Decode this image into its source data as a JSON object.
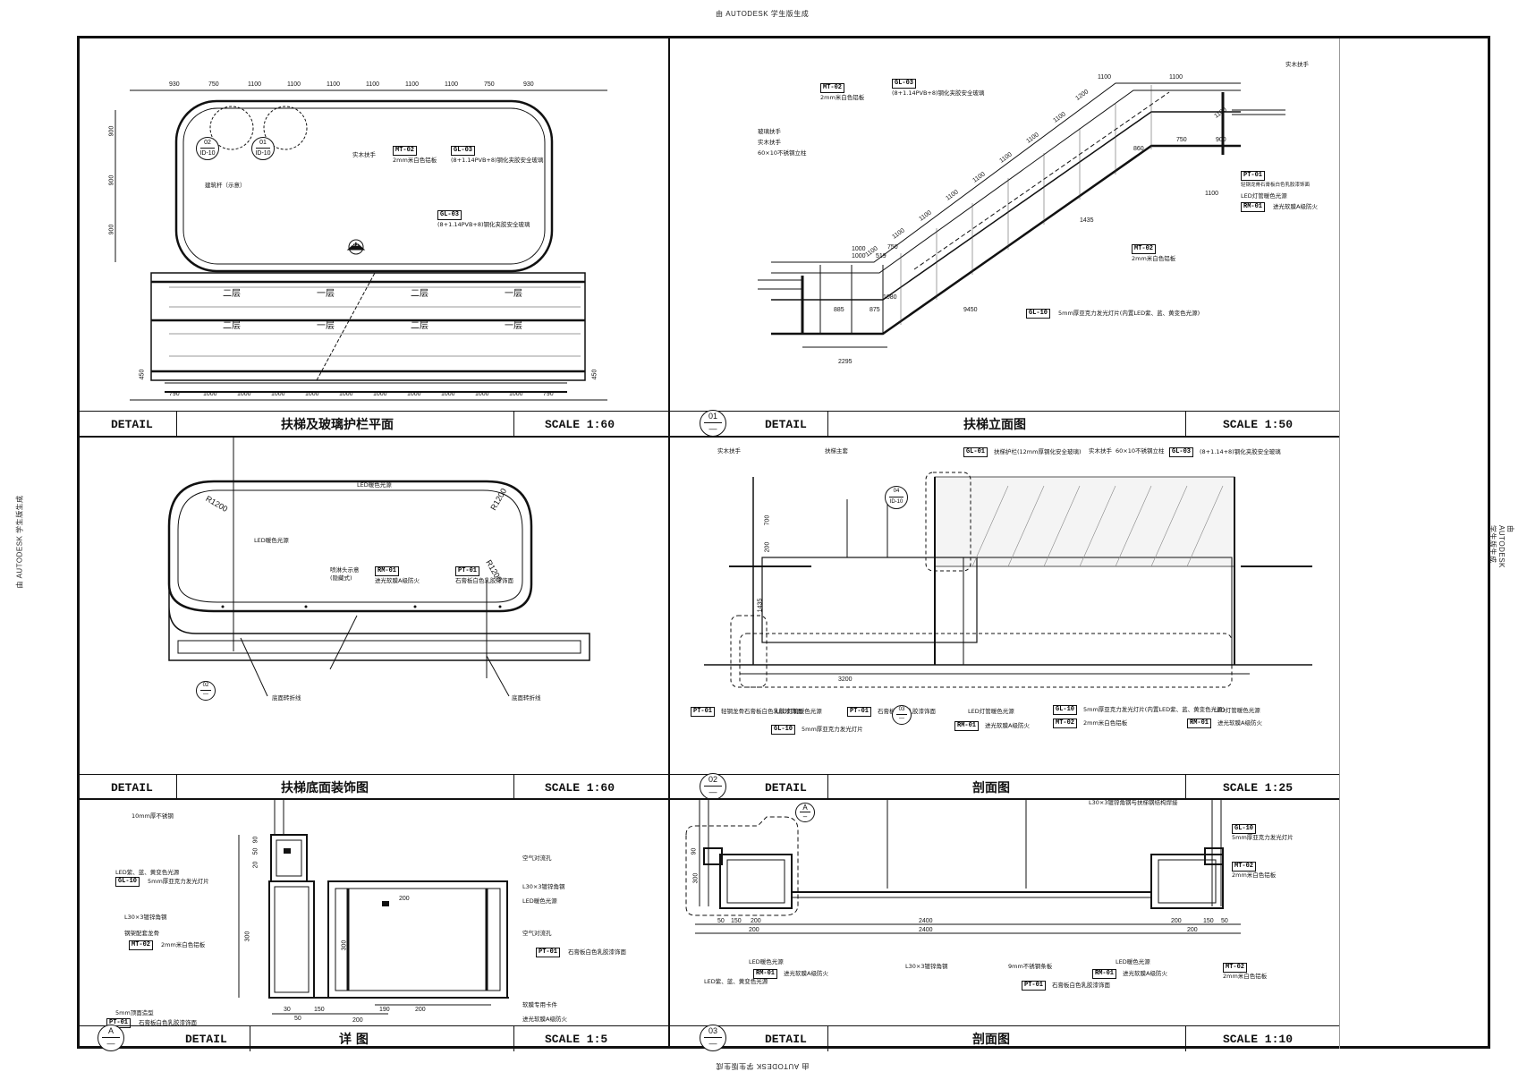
{
  "stamps": {
    "top": "由 AUTODESK 学生版生成",
    "bottom": "由 AUTODESK 学生版生成",
    "left": "由 AUTODESK 学生版生成",
    "right": "由 AUTODESK 学生版生成"
  },
  "panels": [
    {
      "id": "p1",
      "label": "DETAIL",
      "title": "扶梯及玻璃护栏平面",
      "scale": "SCALE  1:60"
    },
    {
      "id": "p2",
      "label": "DETAIL",
      "title": "扶梯立面图",
      "scale": "SCALE  1:50",
      "bubble": {
        "top": "01",
        "bottom": "—"
      }
    },
    {
      "id": "p3",
      "label": "DETAIL",
      "title": "扶梯底面装饰图",
      "scale": "SCALE  1:60"
    },
    {
      "id": "p4",
      "label": "DETAIL",
      "title": "剖面图",
      "scale": "SCALE  1:25",
      "bubble": {
        "top": "02",
        "bottom": "—"
      }
    },
    {
      "id": "p5",
      "label": "DETAIL",
      "title": "详  图",
      "scale": "SCALE  1:5",
      "bubble": {
        "top": "A",
        "bottom": "—"
      }
    },
    {
      "id": "p6",
      "label": "DETAIL",
      "title": "剖面图",
      "scale": "SCALE  1:10",
      "bubble": {
        "top": "03",
        "bottom": "—"
      }
    }
  ],
  "p1": {
    "top_dims": [
      "930",
      "750",
      "1100",
      "1100",
      "1100",
      "1100",
      "1100",
      "1100",
      "750",
      "930"
    ],
    "bottom_dims": [
      "790",
      "1000",
      "1000",
      "1000",
      "1000",
      "1000",
      "1000",
      "1000",
      "1000",
      "1000",
      "1000",
      "790"
    ],
    "left_dims": [
      "900",
      "900",
      "900"
    ],
    "side_dims": [
      "450",
      "450"
    ],
    "bubbles": [
      {
        "top": "02",
        "bottom": "ID-10"
      },
      {
        "top": "01",
        "bottom": "ID-10"
      }
    ],
    "section_mark": "01",
    "tags": [
      {
        "code": "MT-02",
        "note": "2mm米白色铝板"
      },
      {
        "code": "GL-03",
        "note": "(8+1.14PVB+8)钢化夹胶安全玻璃"
      },
      {
        "code": "GL-03",
        "note": "(8+1.14PVB+8)钢化夹胶安全玻璃"
      }
    ],
    "notes": [
      "实木扶手",
      "建筑杆（示意）"
    ],
    "floor_labels": [
      "二层",
      "一层",
      "二层",
      "一层",
      "二层",
      "一层",
      "二层",
      "一层"
    ]
  },
  "p2": {
    "dims": [
      "1100",
      "1100",
      "1200",
      "1100",
      "1100",
      "1100",
      "1100",
      "1100",
      "1100",
      "1100",
      "1100",
      "1100",
      "860",
      "750",
      "900",
      "1100",
      "1000",
      "519",
      "750",
      "1080",
      "885",
      "875",
      "2295",
      "9450",
      "1435",
      "1000"
    ],
    "tags": [
      {
        "code": "MT-02",
        "note": "2mm米白色铝板"
      },
      {
        "code": "GL-03",
        "note": "(8+1.14PVB+8)钢化夹胶安全玻璃"
      },
      {
        "code": "PT-01",
        "note": "轻钢龙骨石膏板白色乳胶漆饰面"
      },
      {
        "code": "RM-01",
        "note": "进光软膜A级防火"
      },
      {
        "code": "MT-02",
        "note": "2mm米白色铝板"
      },
      {
        "code": "GL-10",
        "note": "5mm厚亚克力发光灯片(内置LED紫、蓝、黄变色光源)"
      }
    ],
    "notes": [
      "玻璃扶手",
      "实木扶手",
      "60×10不锈钢立柱",
      "实木扶手",
      "LED灯管暖色光源"
    ]
  },
  "p3": {
    "radii": [
      "R1200",
      "R1200",
      "R1200"
    ],
    "tags": [
      {
        "code": "RM-01",
        "note": "进光软膜A级防火"
      },
      {
        "code": "PT-01",
        "note": "石膏板白色乳胶漆饰面"
      }
    ],
    "notes": [
      "LED暖色光源",
      "LED暖色光源",
      "喷淋头示意",
      "(隐藏式)",
      "底面转折线",
      "底面转折线"
    ],
    "bubble": {
      "top": "02",
      "bottom": "—"
    }
  },
  "p4": {
    "dims": [
      "700",
      "200",
      "1435",
      "3200"
    ],
    "tags": [
      {
        "code": "GL-01",
        "note": "扶梯护栏(12mm厚钢化安全玻璃)"
      },
      {
        "code": "GL-03",
        "note": "(8+1.14+8)钢化夹胶安全玻璃"
      },
      {
        "code": "PT-01",
        "note": "轻钢龙骨石膏板白色乳胶漆饰面"
      },
      {
        "code": "GL-10",
        "note": "5mm厚亚克力发光灯片"
      },
      {
        "code": "PT-01",
        "note": "石膏板白色乳胶漆饰面"
      },
      {
        "code": "RM-01",
        "note": "进光软膜A级防火"
      },
      {
        "code": "GL-10",
        "note": "5mm厚亚克力发光灯片(内置LED紫、蓝、黄变色光源)"
      },
      {
        "code": "MT-02",
        "note": "2mm米白色铝板"
      },
      {
        "code": "RM-01",
        "note": "进光软膜A级防火"
      }
    ],
    "notes": [
      "实木扶手",
      "扶梯主套",
      "实木扶手",
      "60×10不锈钢立柱",
      "LED灯管暖色光源",
      "LED灯管暖色光源",
      "LED灯管暖色光源"
    ],
    "bubbles": [
      {
        "top": "04",
        "bottom": "ID-10"
      },
      {
        "top": "03",
        "bottom": "—"
      }
    ]
  },
  "p5": {
    "dims": [
      "90",
      "50",
      "20",
      "300",
      "300",
      "200",
      "50",
      "150",
      "190",
      "200",
      "200",
      "30"
    ],
    "tags": [
      {
        "code": "GL-10",
        "note": "5mm厚亚克力发光灯片"
      },
      {
        "code": "MT-02",
        "note": "2mm米白色铝板"
      },
      {
        "code": "PT-01",
        "note": "石膏板白色乳胶漆饰面"
      },
      {
        "code": "PT-01",
        "note": "石膏板白色乳胶漆饰面"
      }
    ],
    "notes": [
      "10mm厚不锈钢",
      "LED紫、蓝、黄变色光源",
      "L30×3镀锌角钢",
      "钢架配套龙骨",
      "5mm顶面造型",
      "空气对流孔",
      "L30×3镀锌角钢",
      "LED暖色光源",
      "空气对流孔",
      "软膜专用卡件",
      "进光软膜A级防火"
    ]
  },
  "p6": {
    "dims": [
      "90",
      "300",
      "50",
      "150",
      "200",
      "200",
      "2400",
      "2400",
      "200",
      "200",
      "150",
      "50"
    ],
    "tags": [
      {
        "code": "GL-10",
        "note": "5mm厚亚克力发光灯片"
      },
      {
        "code": "MT-02",
        "note": "2mm米白色铝板"
      },
      {
        "code": "RM-01",
        "note": "进光软膜A级防火"
      },
      {
        "code": "RM-01",
        "note": "进光软膜A级防火"
      },
      {
        "code": "PT-01",
        "note": "石膏板白色乳胶漆饰面"
      },
      {
        "code": "MT-02",
        "note": "2mm米白色铝板"
      }
    ],
    "notes": [
      "L30×3镀锌角钢与扶梯钢结构焊接",
      "LED暖色光源",
      "LED紫、蓝、黄变色光源",
      "L30×3镀锌角钢",
      "9mm不锈钢条板",
      "LED暖色光源"
    ],
    "callout": "A"
  }
}
